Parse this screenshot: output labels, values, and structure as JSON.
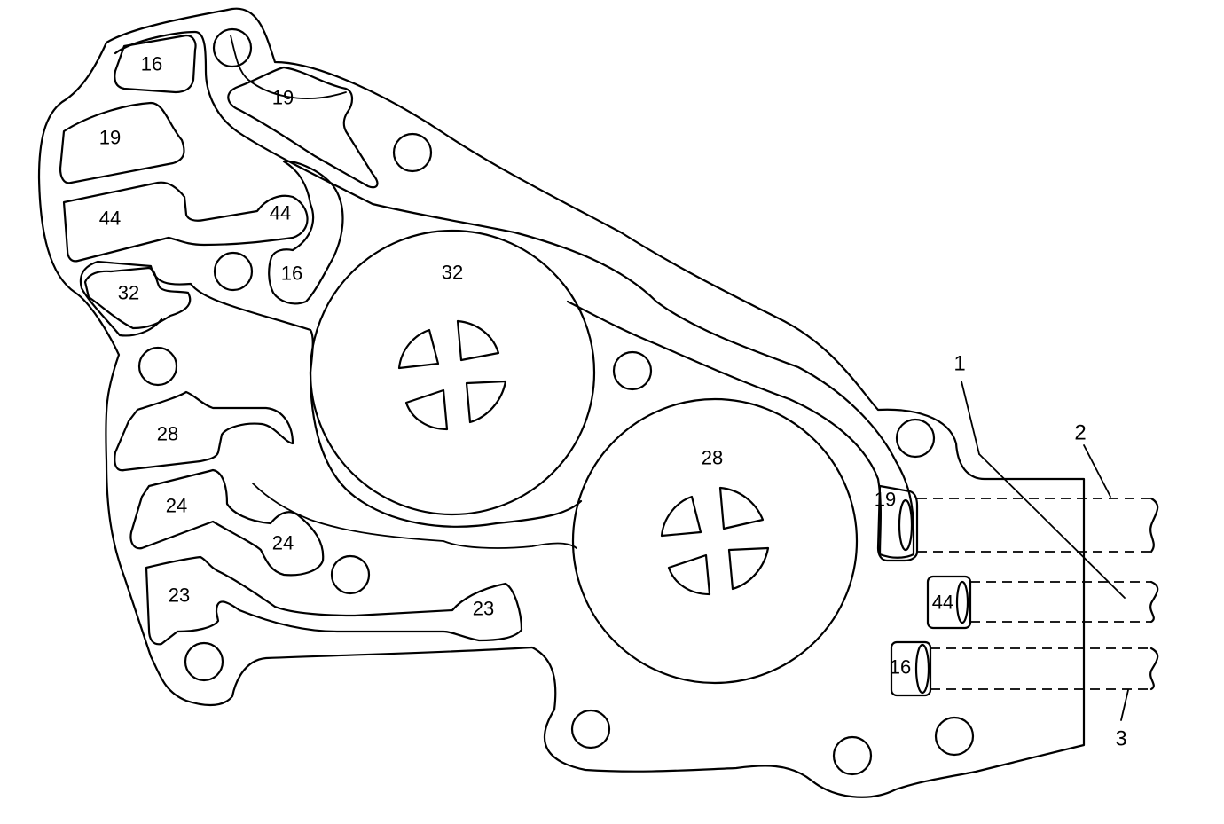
{
  "passage_labels": {
    "p16_top": "16",
    "p19_left": "19",
    "p19_top": "19",
    "p44_left": "44",
    "p44_right": "44",
    "p16_mid": "16",
    "p32_left": "32",
    "p32_circle": "32",
    "p28_left": "28",
    "p28_circle": "28",
    "p24_left": "24",
    "p24_right": "24",
    "p23_left": "23",
    "p23_right": "23"
  },
  "port_labels": {
    "port_19": "19",
    "port_44": "44",
    "port_16": "16"
  },
  "callouts": {
    "c1": "1",
    "c2": "2",
    "c3": "3"
  }
}
